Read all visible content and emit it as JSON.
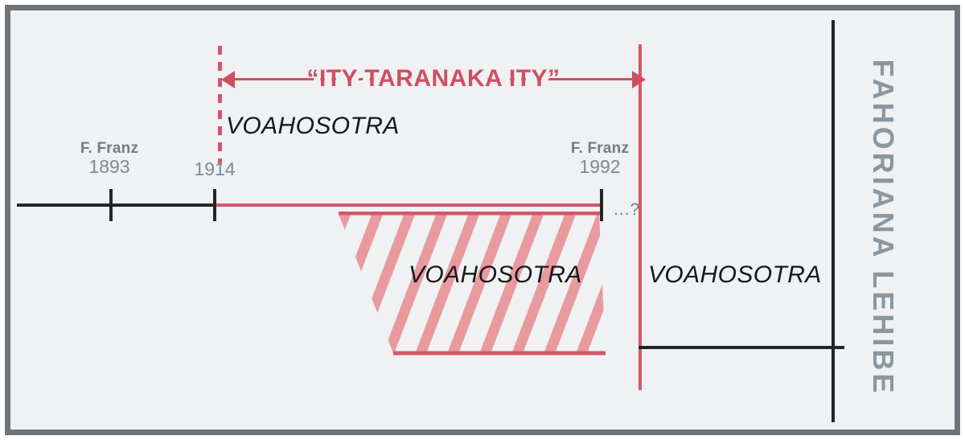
{
  "diagram": {
    "title_span": "“ITY TARANAKA ITY”",
    "side_label": "FAHORIANA LEHIBE",
    "uncertainty_marker": "...?",
    "colors": {
      "accent_red": "#d4566a",
      "title_red": "#cf4f60",
      "hatch_red": "#e89a9f",
      "axis_black": "#232629",
      "label_grey": "#7c8a93",
      "frame_grey": "#6e7378",
      "background": "#eff1f2"
    },
    "markers": [
      {
        "name": "F. Franz",
        "year": "1893"
      },
      {
        "year": "1914"
      },
      {
        "name": "F. Franz",
        "year": "1992"
      }
    ],
    "segments": [
      {
        "label": "VOAHOSOTRA",
        "position": "upper-left"
      },
      {
        "label": "VOAHOSOTRA",
        "position": "hatched-middle"
      },
      {
        "label": "VOAHOSOTRA",
        "position": "right"
      }
    ]
  }
}
